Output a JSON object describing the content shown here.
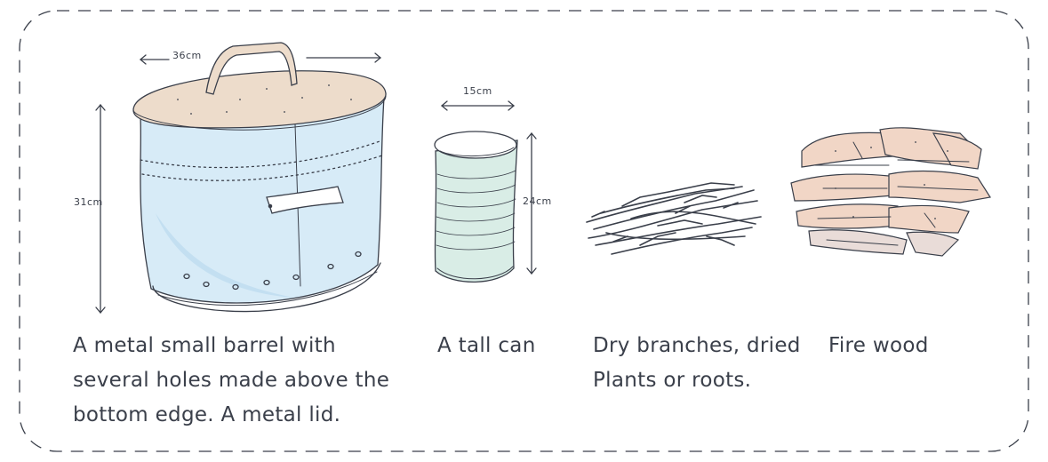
{
  "items": [
    {
      "name": "barrel",
      "caption_lines": [
        "A metal small barrel with",
        "several holes made above the",
        "bottom edge. A metal lid."
      ],
      "width_label": "36cm",
      "height_label": "31cm"
    },
    {
      "name": "can",
      "caption_lines": [
        "A tall can"
      ],
      "width_label": "15cm",
      "height_label": "24cm"
    },
    {
      "name": "branches",
      "caption_lines": [
        "Dry branches, dried",
        "Plants or roots."
      ]
    },
    {
      "name": "firewood",
      "caption_lines": [
        "Fire wood"
      ]
    }
  ],
  "colors": {
    "ink": "#3a3f4a",
    "barrel_fill": "#d7ebf7",
    "lid_fill": "#eddccb",
    "can_fill": "#d9ede6",
    "wood_fill": "#f1d6c6"
  }
}
